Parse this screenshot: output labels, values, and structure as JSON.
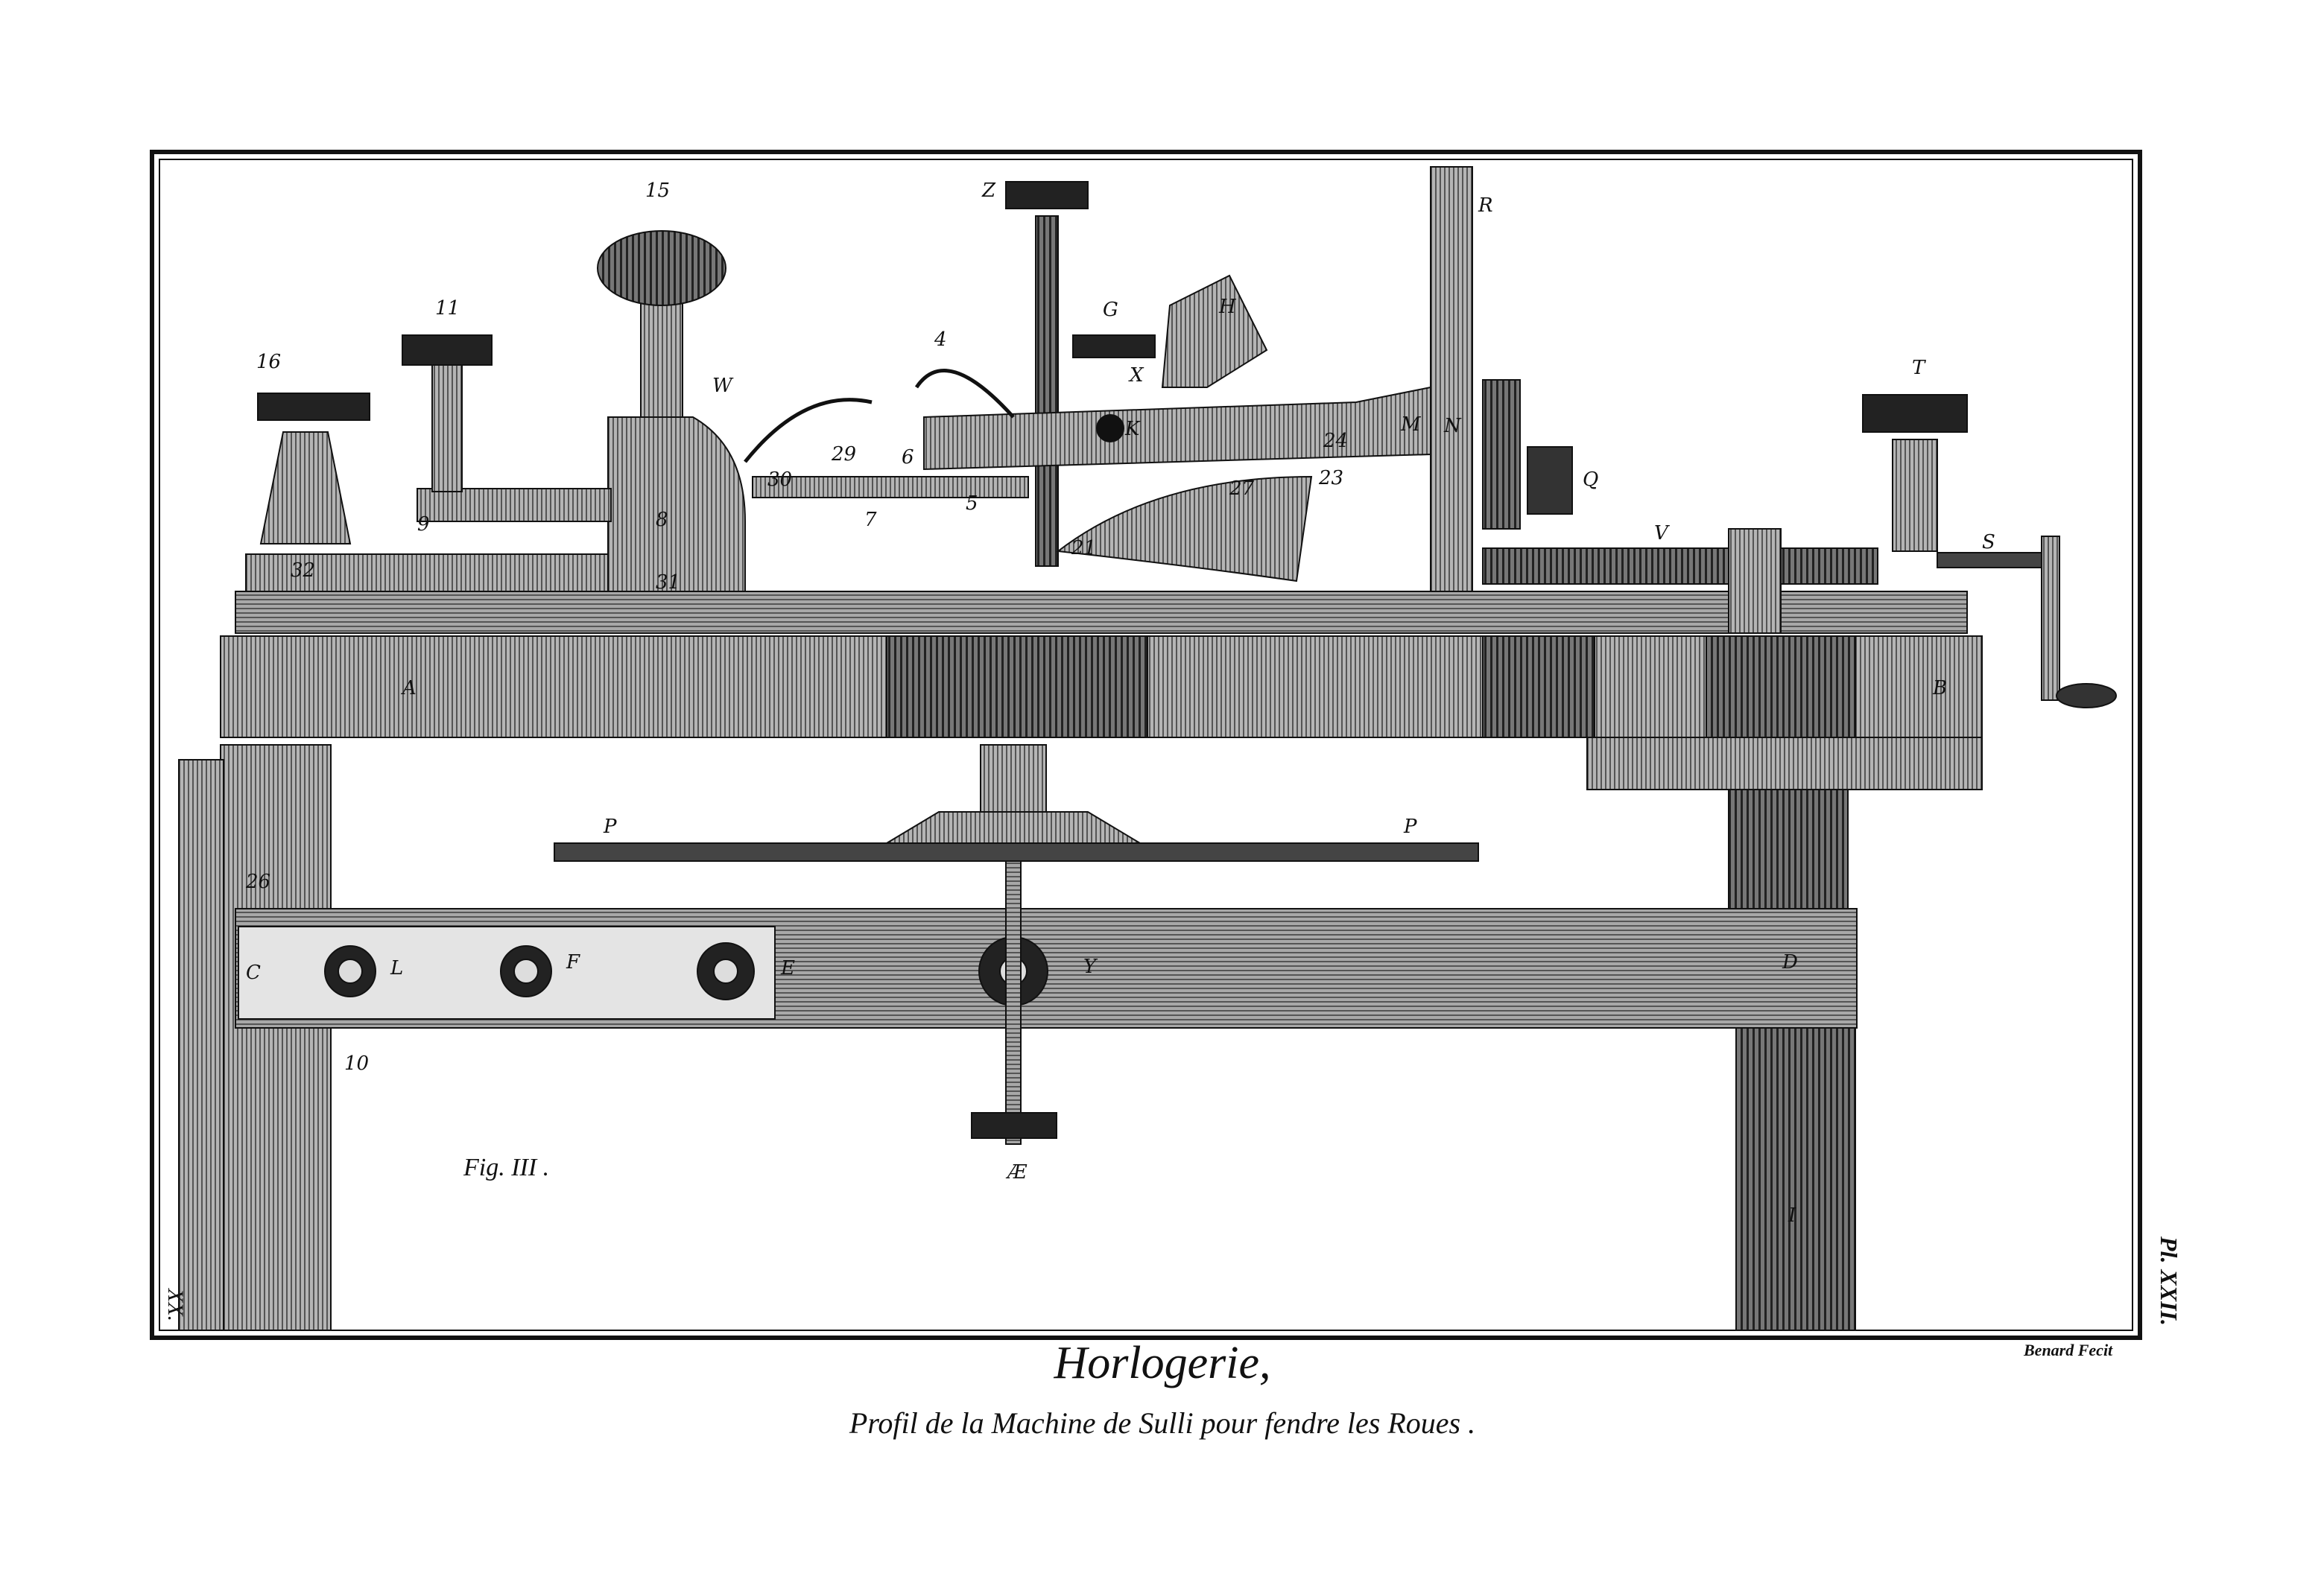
{
  "plate": {
    "title": "Horlogerie,",
    "subtitle": "Profil de la Machine de Sulli pour fendre les Roues .",
    "figure": "Fig. III .",
    "engraver": "Benard Fecit",
    "plate_number": "Pl. XXII.",
    "volume_mark": "XX."
  },
  "labels": [
    "16",
    "11",
    "15",
    "W",
    "Z",
    "4",
    "G",
    "H",
    "X",
    "K",
    "24",
    "M",
    "N",
    "R",
    "Q",
    "T",
    "S",
    "V",
    "29",
    "30",
    "6",
    "7",
    "5",
    "21",
    "27",
    "23",
    "9",
    "8",
    "32",
    "31",
    "A",
    "B",
    "P",
    "P",
    "C",
    "L",
    "F",
    "E",
    "Y",
    "D",
    "26",
    "10",
    "Æ",
    "I"
  ],
  "colors": {
    "ink": "#111111",
    "hatch": "#8c8c8c",
    "paper": "#ffffff"
  }
}
